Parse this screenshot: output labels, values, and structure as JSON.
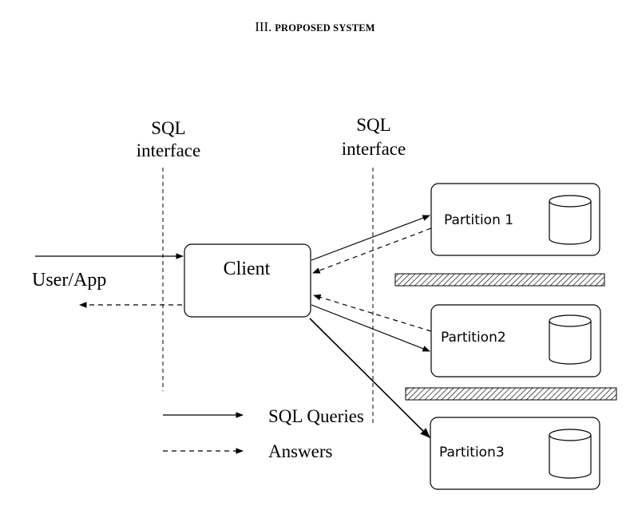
{
  "heading": {
    "numeral": "III.",
    "title": "PROPOSED SYSTEM"
  },
  "interfaces": [
    {
      "line1": "SQL",
      "line2": "interface"
    },
    {
      "line1": "SQL",
      "line2": "interface"
    }
  ],
  "actors": {
    "user_app": "User/App",
    "client": "Client"
  },
  "partitions": [
    "Partition 1",
    "Partition2",
    "Partition3"
  ],
  "legend": {
    "queries": "SQL Queries",
    "answers": "Answers"
  }
}
